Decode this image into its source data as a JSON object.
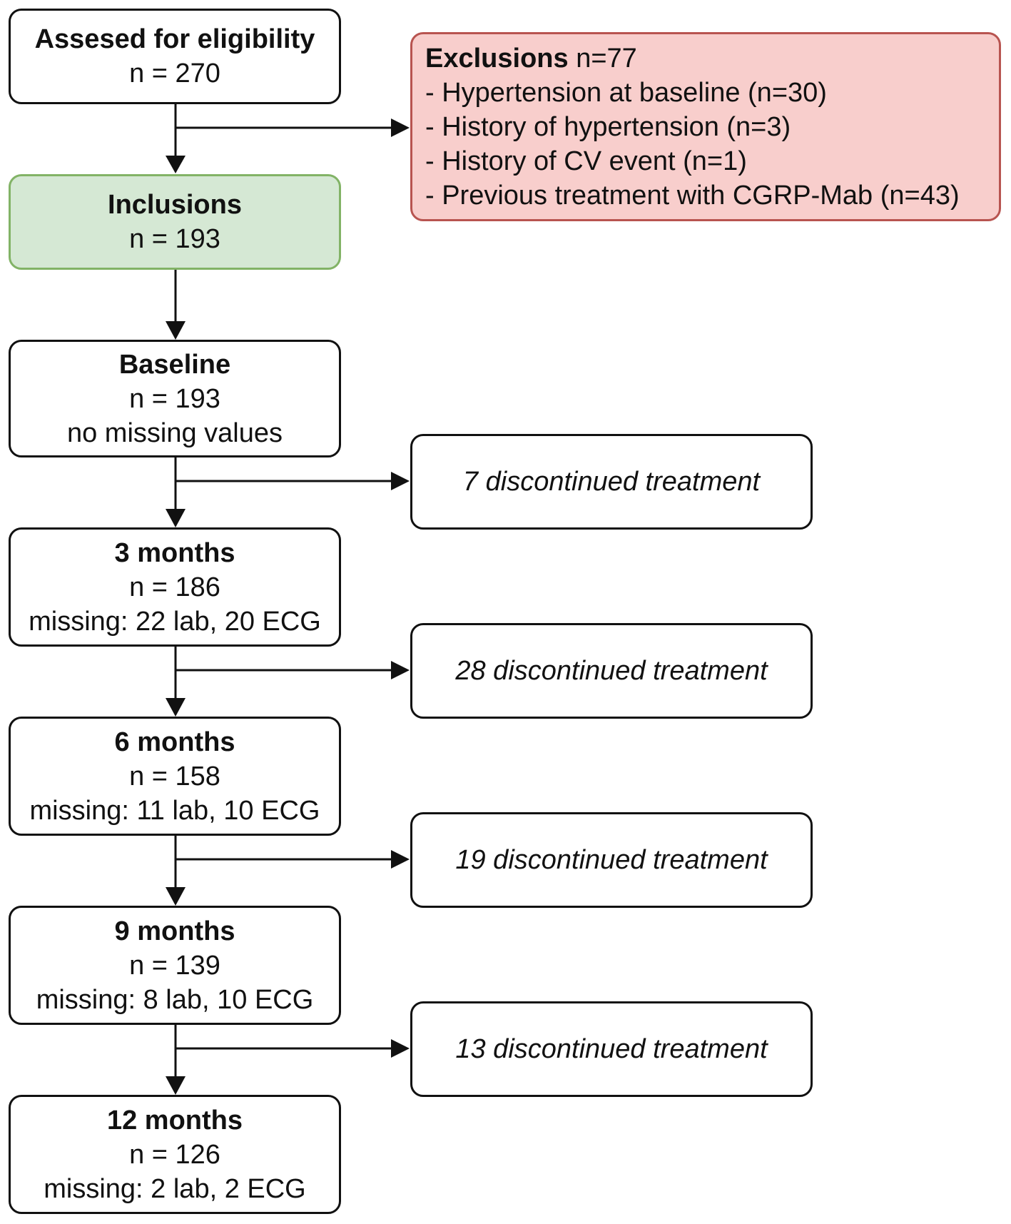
{
  "stages": [
    {
      "title": "Assesed for eligibility",
      "n": "n = 270"
    },
    {
      "title": "Inclusions",
      "n": "n = 193"
    },
    {
      "title": "Baseline",
      "n": "n = 193",
      "note": "no missing values"
    },
    {
      "title": "3 months",
      "n": "n = 186",
      "note": "missing: 22 lab, 20 ECG"
    },
    {
      "title": "6 months",
      "n": "n = 158",
      "note": "missing: 11 lab, 10 ECG"
    },
    {
      "title": "9 months",
      "n": "n = 139",
      "note": "missing: 8 lab, 10 ECG"
    },
    {
      "title": "12 months",
      "n": "n = 126",
      "note": "missing: 2 lab, 2 ECG"
    }
  ],
  "exclusions": {
    "title": "Exclusions",
    "count": " n=77",
    "items": [
      "- Hypertension at baseline (n=30)",
      "- History of hypertension (n=3)",
      "- History of CV event (n=1)",
      "- Previous treatment with CGRP-Mab (n=43)"
    ]
  },
  "discontinued": [
    "7 discontinued treatment",
    "28 discontinued treatment",
    "19 discontinued treatment",
    "13 discontinued treatment"
  ],
  "colors": {
    "inclusion_fill": "#d5e8d4",
    "inclusion_border": "#82b366",
    "exclusion_fill": "#f8cecc",
    "exclusion_border": "#b85450"
  }
}
